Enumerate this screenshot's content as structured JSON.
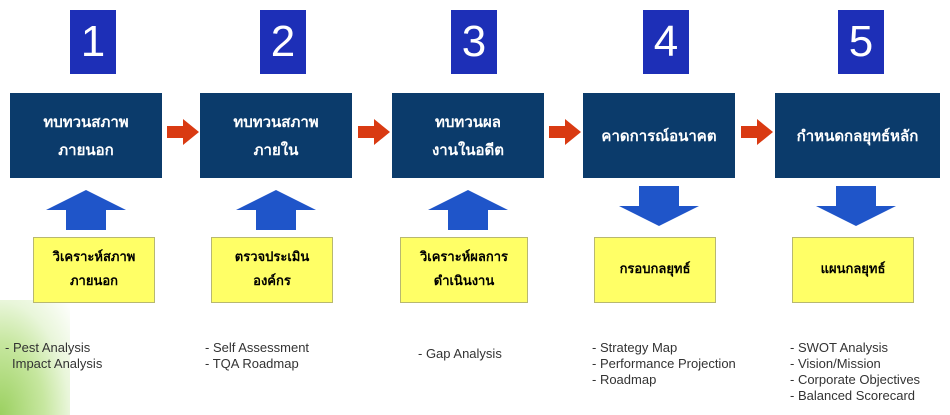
{
  "steps": [
    {
      "number": "1",
      "title_lines": [
        "ทบทวนสภาพ",
        "ภายนอก"
      ],
      "arrow": "up",
      "box_lines": [
        "วิเคราะห์สภาพ",
        "ภายนอก"
      ],
      "items": [
        "- Pest Analysis",
        "  Impact Analysis"
      ]
    },
    {
      "number": "2",
      "title_lines": [
        "ทบทวนสภาพ",
        "ภายใน"
      ],
      "arrow": "up",
      "box_lines": [
        "ตรวจประเมิน",
        "องค์กร"
      ],
      "items": [
        "- Self Assessment",
        "- TQA Roadmap"
      ]
    },
    {
      "number": "3",
      "title_lines": [
        "ทบทวนผล",
        "งานในอดีต"
      ],
      "arrow": "up",
      "box_lines": [
        "วิเคราะห์ผลการ",
        "ดำเนินงาน"
      ],
      "items": [
        "- Gap Analysis"
      ]
    },
    {
      "number": "4",
      "title_lines": [
        "คาดการณ์อนาคต"
      ],
      "arrow": "down",
      "box_lines": [
        "กรอบกลยุทธ์"
      ],
      "items": [
        "- Strategy Map",
        "- Performance Projection",
        "- Roadmap"
      ]
    },
    {
      "number": "5",
      "title_lines": [
        "กำหนดกลยุทธ์หลัก"
      ],
      "arrow": "down",
      "box_lines": [
        "แผนกลยุทธ์"
      ],
      "items": [
        "- SWOT Analysis",
        "- Vision/Mission",
        "- Corporate Objectives",
        "- Balanced Scorecard"
      ]
    }
  ],
  "colors": {
    "number_bg": "#1d2fb7",
    "stage_bg": "#0b3b6b",
    "connector": "#d93a12",
    "vertical_arrow": "#1f55c9",
    "box_bg": "#ffff66"
  }
}
